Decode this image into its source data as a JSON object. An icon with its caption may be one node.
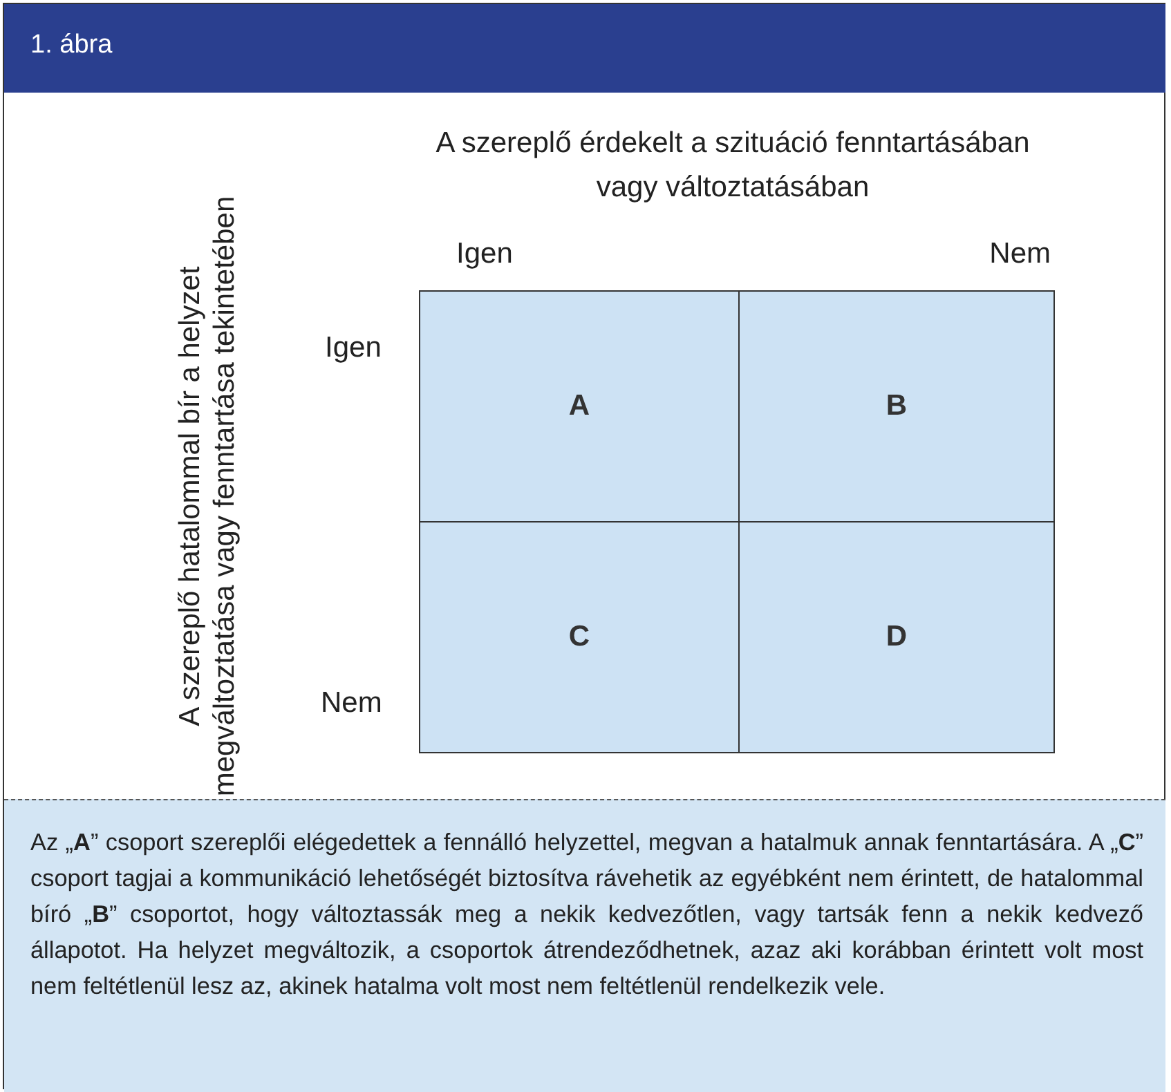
{
  "diagram": {
    "title": "1. ábra",
    "nodes": [
      {
        "text": [
          "A"
        ]
      },
      {
        "text": [
          "B"
        ]
      },
      {
        "text": [
          "C"
        ]
      },
      {
        "text": [
          "D"
        ]
      }
    ],
    "labels": [
      "A szereplő érdekelt a szituáció fenntartásában vagy változtatásában",
      "Igen",
      "Nem",
      "A szereplő hatalommal bír a helyzet megváltoztatása vagy fenntartása tekintetében",
      "Igen",
      "Nem"
    ],
    "caption": "Az „**A**” csoport szereplői elégedettek a fennálló helyzettel, megvan a hatalmuk annak fenntartására. A „**C**” csoport tagjai a kommunikáció lehetőségét biztosítva rávehetik az egyébként nem érintett, de hatalommal bíró „**B**” csoportot, hogy változtassák meg a nekik kedvezőtlen, vagy tartsák fenn a nekik kedvező állapotot. Ha helyzet megváltozik, a csoportok átrendeződhetnek, azaz aki korábban érintett volt most nem feltétlenül lesz az, akinek hatalma volt most nem feltétlenül rendelkezik vele."
  }
}
